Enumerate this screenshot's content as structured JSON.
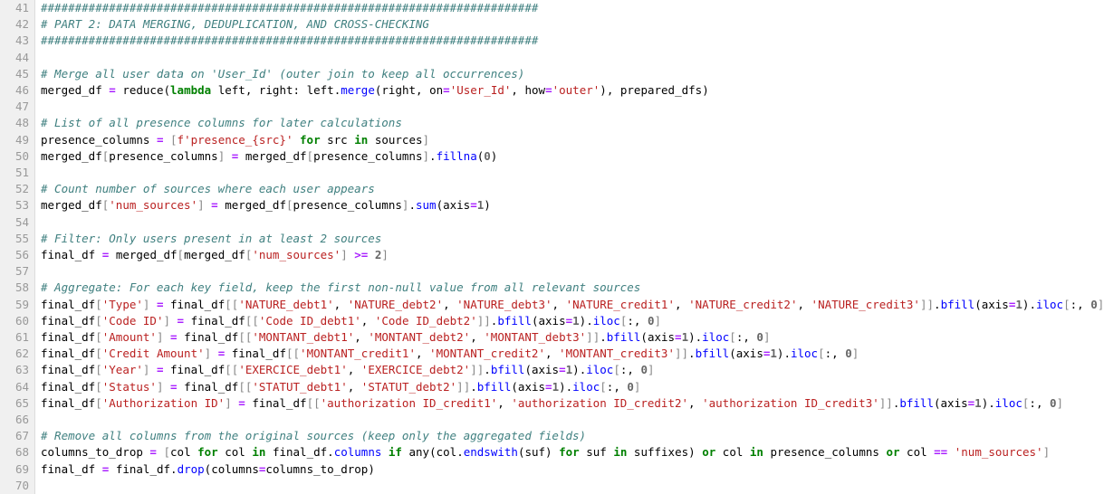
{
  "editor": {
    "language": "python",
    "theme": "light",
    "first_line_number": 41,
    "last_line_number": 70,
    "colors": {
      "background": "#ffffff",
      "gutter_background": "#f0f0f0",
      "gutter_border": "#dcdcdc",
      "line_number": "#999999",
      "comment": "#408080",
      "string": "#ba2121",
      "keyword": "#008000",
      "operator": "#aa22ff",
      "method": "#0000ff",
      "number": "#666666",
      "punctuation": "#888888",
      "plain_text": "#000000"
    }
  },
  "lines": [
    {
      "num": "41",
      "text": "#########################################################################"
    },
    {
      "num": "42",
      "text": "# PART 2: DATA MERGING, DEDUPLICATION, AND CROSS-CHECKING"
    },
    {
      "num": "43",
      "text": "#########################################################################"
    },
    {
      "num": "44",
      "text": ""
    },
    {
      "num": "45",
      "text": "# Merge all user data on 'User_Id' (outer join to keep all occurrences)"
    },
    {
      "num": "46",
      "text": "merged_df = reduce(lambda left, right: left.merge(right, on='User_Id', how='outer'), prepared_dfs)"
    },
    {
      "num": "47",
      "text": ""
    },
    {
      "num": "48",
      "text": "# List of all presence columns for later calculations"
    },
    {
      "num": "49",
      "text": "presence_columns = [f'presence_{src}' for src in sources]"
    },
    {
      "num": "50",
      "text": "merged_df[presence_columns] = merged_df[presence_columns].fillna(0)"
    },
    {
      "num": "51",
      "text": ""
    },
    {
      "num": "52",
      "text": "# Count number of sources where each user appears"
    },
    {
      "num": "53",
      "text": "merged_df['num_sources'] = merged_df[presence_columns].sum(axis=1)"
    },
    {
      "num": "54",
      "text": ""
    },
    {
      "num": "55",
      "text": "# Filter: Only users present in at least 2 sources"
    },
    {
      "num": "56",
      "text": "final_df = merged_df[merged_df['num_sources'] >= 2]"
    },
    {
      "num": "57",
      "text": ""
    },
    {
      "num": "58",
      "text": "# Aggregate: For each key field, keep the first non-null value from all relevant sources"
    },
    {
      "num": "59",
      "text": "final_df['Type'] = final_df[['NATURE_debt1', 'NATURE_debt2', 'NATURE_debt3', 'NATURE_credit1', 'NATURE_credit2', 'NATURE_credit3']].bfill(axis=1).iloc[:, 0]"
    },
    {
      "num": "60",
      "text": "final_df['Code ID'] = final_df[['Code ID_debt1', 'Code ID_debt2']].bfill(axis=1).iloc[:, 0]"
    },
    {
      "num": "61",
      "text": "final_df['Amount'] = final_df[['MONTANT_debt1', 'MONTANT_debt2', 'MONTANT_debt3']].bfill(axis=1).iloc[:, 0]"
    },
    {
      "num": "62",
      "text": "final_df['Credit Amount'] = final_df[['MONTANT_credit1', 'MONTANT_credit2', 'MONTANT_credit3']].bfill(axis=1).iloc[:, 0]"
    },
    {
      "num": "63",
      "text": "final_df['Year'] = final_df[['EXERCICE_debt1', 'EXERCICE_debt2']].bfill(axis=1).iloc[:, 0]"
    },
    {
      "num": "64",
      "text": "final_df['Status'] = final_df[['STATUT_debt1', 'STATUT_debt2']].bfill(axis=1).iloc[:, 0]"
    },
    {
      "num": "65",
      "text": "final_df['Authorization ID'] = final_df[['authorization ID_credit1', 'authorization ID_credit2', 'authorization ID_credit3']].bfill(axis=1).iloc[:, 0]"
    },
    {
      "num": "66",
      "text": ""
    },
    {
      "num": "67",
      "text": "# Remove all columns from the original sources (keep only the aggregated fields)"
    },
    {
      "num": "68",
      "text": "columns_to_drop = [col for col in final_df.columns if any(col.endswith(suf) for suf in suffixes) or col in presence_columns or col == 'num_sources']"
    },
    {
      "num": "69",
      "text": "final_df = final_df.drop(columns=columns_to_drop)"
    },
    {
      "num": "70",
      "text": ""
    }
  ]
}
